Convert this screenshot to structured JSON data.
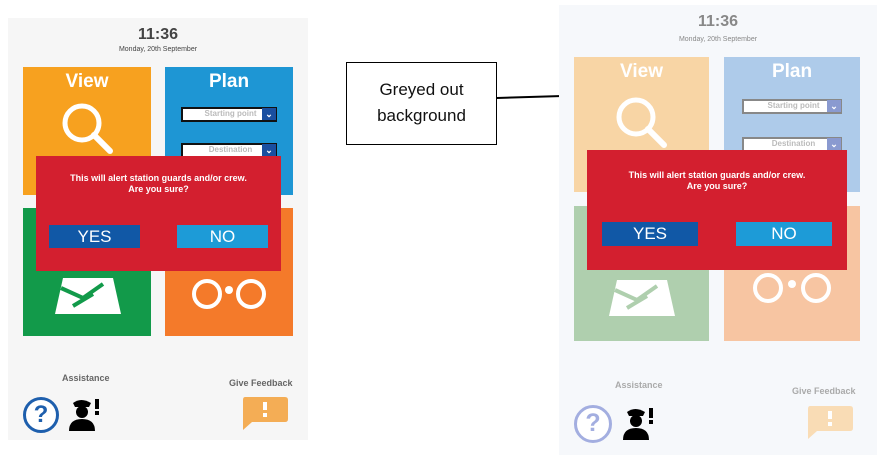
{
  "screen": {
    "time": "11:36",
    "date": "Monday, 20th September",
    "tiles": {
      "view": {
        "label": "View"
      },
      "plan": {
        "label": "Plan",
        "starting_placeholder": "Starting point",
        "destination_placeholder": "Destination"
      }
    },
    "dialog": {
      "line1": "This will alert station guards and/or crew.",
      "line2": "Are you sure?",
      "yes": "YES",
      "no": "NO"
    },
    "assistance_label": "Assistance",
    "feedback_label": "Give Feedback"
  },
  "callout": {
    "line1": "Greyed out",
    "line2": "background"
  },
  "colors": {
    "view": "#f7a11f",
    "plan": "#1e96d4",
    "green": "#129a4a",
    "orange": "#f47a2a",
    "view_grey": "#f8d5a5",
    "plan_grey": "#aecbea",
    "green_grey": "#afcfae",
    "orange_grey": "#f7c5a2",
    "dialog": "#d31f2f",
    "yes": "#1158a6",
    "no": "#1d9bd7"
  }
}
